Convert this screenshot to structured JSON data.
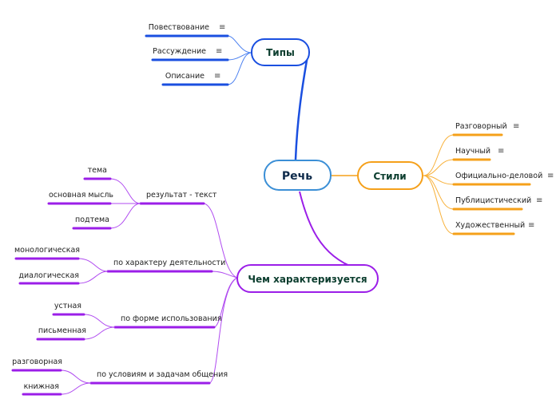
{
  "root": {
    "label": "Речь",
    "color": "#3b8fd6"
  },
  "branches": {
    "types": {
      "label": "Типы",
      "color": "#1a4fe0",
      "items": [
        {
          "label": "Повествование",
          "has_notes": true
        },
        {
          "label": "Рассуждение",
          "has_notes": true
        },
        {
          "label": "Описание",
          "has_notes": true
        }
      ]
    },
    "styles": {
      "label": "Стили",
      "color": "#f5a01a",
      "items": [
        {
          "label": "Разговорный",
          "has_notes": true
        },
        {
          "label": "Научный",
          "has_notes": true
        },
        {
          "label": "Официально-деловой",
          "has_notes": true
        },
        {
          "label": "Публицистический",
          "has_notes": true
        },
        {
          "label": "Художественный",
          "has_notes": true
        }
      ]
    },
    "characterized": {
      "label": "Чем характеризуется",
      "color": "#9b1ee8",
      "groups": [
        {
          "label": "результат - текст",
          "items": [
            "тема",
            "основная мысль",
            "подтема"
          ]
        },
        {
          "label": "по характеру деятельности",
          "items": [
            "монологическая",
            "диалогическая"
          ]
        },
        {
          "label": "по форме использования",
          "items": [
            "устная",
            "письменная"
          ]
        },
        {
          "label": "по условиям и задачам общения",
          "items": [
            "разговорная",
            "книжная"
          ]
        }
      ]
    }
  },
  "icons": {
    "notes": "≡"
  }
}
